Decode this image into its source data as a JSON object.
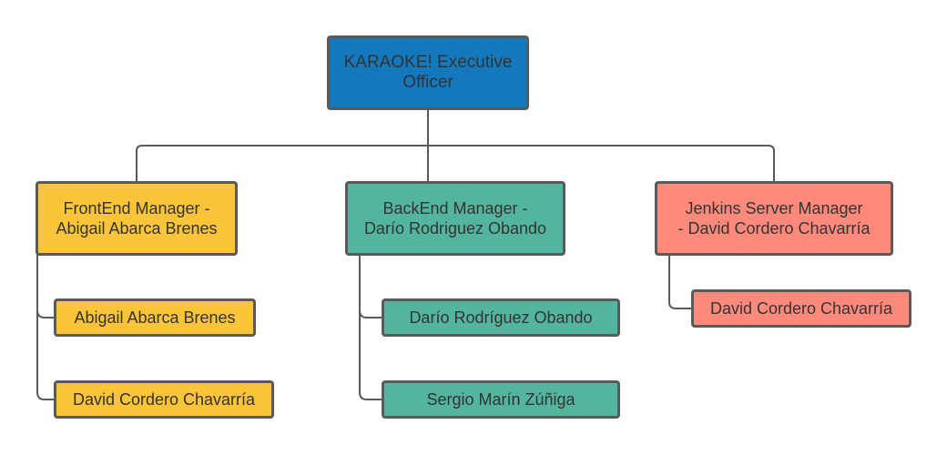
{
  "colors": {
    "ceo": "#1478bd",
    "frontend": "#fcc438",
    "backend": "#54b59e",
    "jenkins": "#ff8a7b",
    "line": "#5a5a5a"
  },
  "ceo": {
    "label": "KARAOKE! Executive\nOfficer"
  },
  "frontend": {
    "manager": "FrontEnd Manager -\nAbigail Abarca Brenes",
    "members": [
      "Abigail Abarca Brenes",
      "David Cordero Chavarría"
    ]
  },
  "backend": {
    "manager": "BackEnd Manager -\nDarío Rodriguez Obando",
    "members": [
      "Darío Rodríguez Obando",
      "Sergio Marín Zúñiga"
    ]
  },
  "jenkins": {
    "manager": "Jenkins Server Manager\n- David Cordero Chavarría",
    "members": [
      "David Cordero Chavarría"
    ]
  }
}
